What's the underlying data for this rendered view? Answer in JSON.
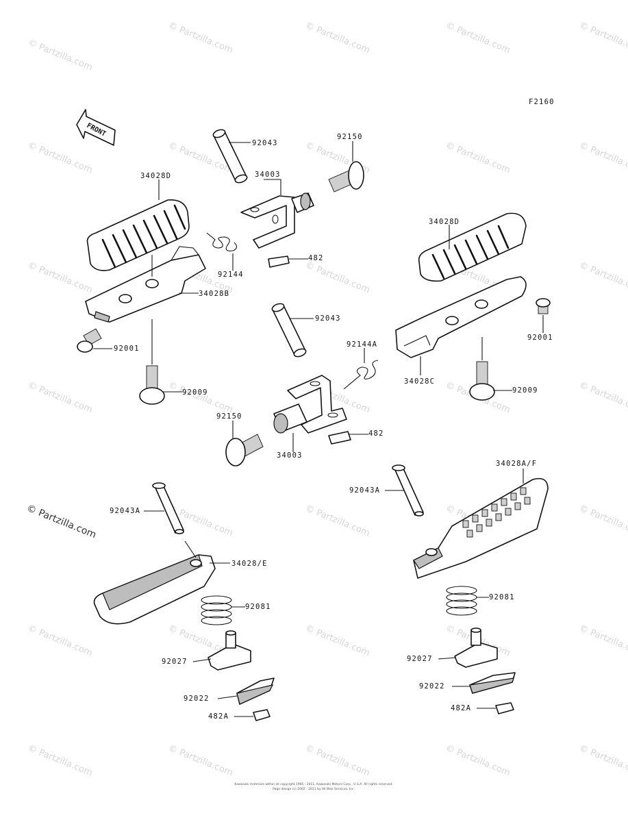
{
  "diagram": {
    "figure_code": "F2160",
    "front_arrow_label": "FRONT",
    "parts": {
      "p92043_top": "92043",
      "p92150_top": "92150",
      "p34003_top": "34003",
      "p34028D_left": "34028D",
      "p92144": "92144",
      "p482_top": "482",
      "p34028B": "34028B",
      "p92001_left": "92001",
      "p92009_left": "92009",
      "p34028D_right": "34028D",
      "p92001_right": "92001",
      "p92043_mid": "92043",
      "p92144A": "92144A",
      "p34028C": "34028C",
      "p92009_right": "92009",
      "p92150_mid": "92150",
      "p482_mid": "482",
      "p34003_mid": "34003",
      "p34028AF": "34028A/F",
      "p92043A_right": "92043A",
      "p92043A_left": "92043A",
      "p34028E": "34028/E",
      "p92081_left": "92081",
      "p92081_right": "92081",
      "p92027_left": "92027",
      "p92027_right": "92027",
      "p92022_left": "92022",
      "p92022_right": "92022",
      "p482A_left": "482A",
      "p482A_right": "482A"
    }
  },
  "watermark": {
    "repeat_text": "© Partzilla.com",
    "prominent_text": "© Partzilla.com"
  },
  "footer": {
    "line1": "Kawasaki materials within all copyright 1995 - 2011, Kawasaki Motors Corp., U.S.A. All rights reserved.",
    "line2": "Page design (c) 2002 - 2011 by All Bike Services, Inc."
  }
}
